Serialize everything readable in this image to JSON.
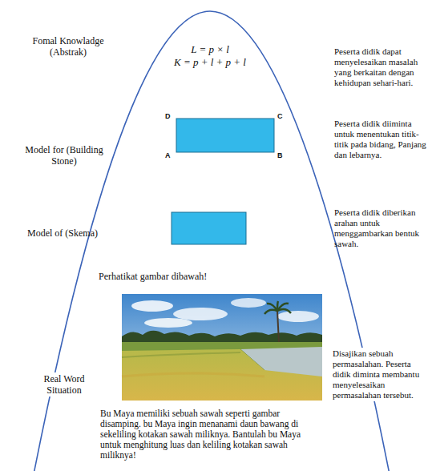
{
  "diagram": {
    "labels": [
      "Fomal Knowladge (Abstrak)",
      "L = p × l",
      "K = p + l + p + l",
      "Peserta didik dapat menyelesaikan masalah yang berkaitan dengan kehidupan sehari-hari.",
      "Model for (Building Stone)",
      "D",
      "C",
      "A",
      "B",
      "Peserta didik diiminta untuk menentukan titik-titik pada bidang, Panjang dan lebarnya.",
      "Model of (Skema)",
      "Peserta didik diberikan arahan untuk menggambarkan bentuk sawah.",
      "Perhatikat gambar dibawah!",
      "Real Word Situation",
      "Disajikan sebuah permasalahan. Peserta didik diminta membantu menyelesaikan permasalahan tersebut.",
      "Bu Maya memiliki sebuah sawah seperti gambar disamping. bu Maya ingin menanami daun bawang di sekeliling kotakan sawah miliknya. Bantulah bu Maya untuk menghitung luas dan keliling kotakan sawah miliknya!"
    ]
  }
}
